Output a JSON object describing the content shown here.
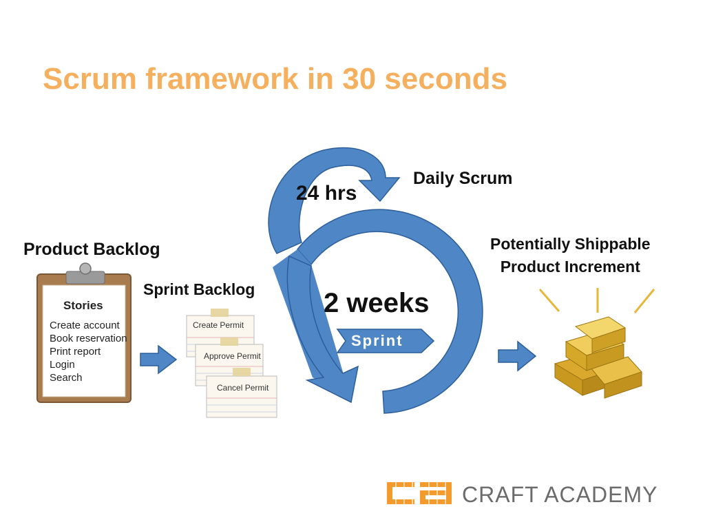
{
  "title": "Scrum framework in 30 seconds",
  "colors": {
    "title": "#F5B05F",
    "arrow": "#4F86C6",
    "arrow_stroke": "#2C5E9A",
    "clipboard": "#A97C50",
    "gold": "#E5B73B",
    "brand_orange": "#F39B2D",
    "brand_gray": "#6B6B6B"
  },
  "diagram": {
    "product_backlog": {
      "label": "Product Backlog",
      "clipboard_heading": "Stories",
      "stories": [
        "Create account",
        "Book reservation",
        "Print report",
        "Login",
        "Search"
      ]
    },
    "sprint_backlog": {
      "label": "Sprint Backlog",
      "cards": [
        "Create Permit",
        "Approve Permit",
        "Cancel Permit"
      ]
    },
    "daily_scrum": {
      "label": "Daily Scrum",
      "cycle": "24 hrs"
    },
    "sprint": {
      "duration": "2 weeks",
      "tag": "Sprint"
    },
    "increment": {
      "label_line1": "Potentially Shippable",
      "label_line2": "Product Increment",
      "icon": "gold-bars-icon"
    }
  },
  "brand": {
    "name": "CRAFT ACADEMY",
    "logo_icon": "craft-academy-logo-icon"
  }
}
